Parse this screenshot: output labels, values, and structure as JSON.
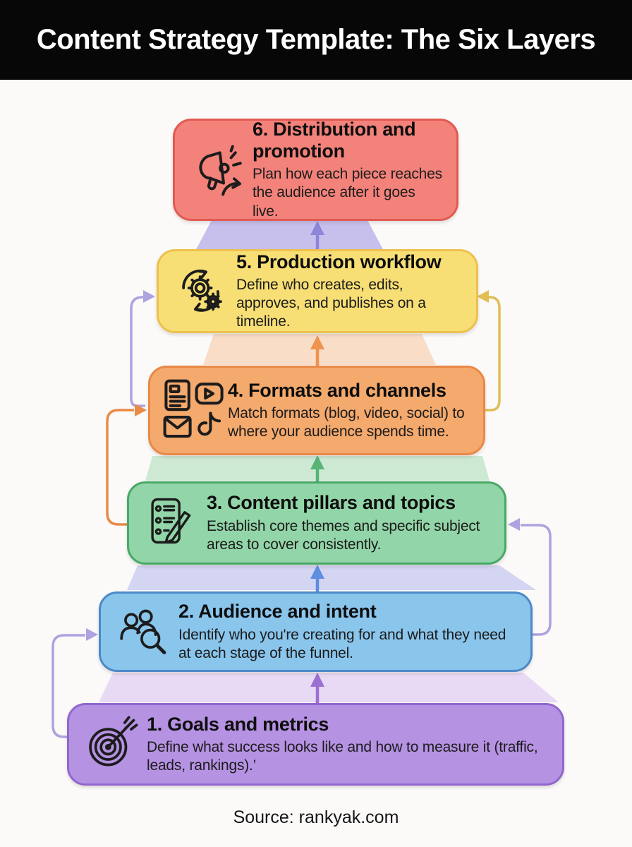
{
  "header": {
    "title": "Content Strategy Template: The Six Layers",
    "bg_color": "#070707",
    "text_color": "#ffffff"
  },
  "layers": [
    {
      "heading": "6. Distribution and promotion",
      "description": "Plan how each piece reaches the audience after it goes live.",
      "fill": "#F3827B",
      "border": "#E25A52",
      "icon": "megaphone-icon"
    },
    {
      "heading": "5. Production workflow",
      "description": "Define who creates, edits, approves, and publishes on a timeline.",
      "fill": "#F7DF75",
      "border": "#EDC14E",
      "icon": "gears-cycle-icon"
    },
    {
      "heading": "4. Formats and channels",
      "description": "Match formats (blog, video, social) to where your audience spends time.",
      "fill": "#F4A96D",
      "border": "#E98945",
      "icon": "formats-channels-icons"
    },
    {
      "heading": "3. Content pillars and topics",
      "description": "Establish core themes and specific subject areas to cover consistently.",
      "fill": "#92D5A8",
      "border": "#48A867",
      "icon": "checklist-pencil-icon"
    },
    {
      "heading": "2. Audience and intent",
      "description": "Identify who you're creating for and what they need at each stage of the funnel.",
      "fill": "#8AC5EC",
      "border": "#4C89C8",
      "icon": "audience-search-icon"
    },
    {
      "heading": "1. Goals and metrics",
      "description": "Define what success looks like and how to measure it (traffic, leads, rankings).’",
      "fill": "#B692E3",
      "border": "#9166CE",
      "icon": "target-dart-icon"
    }
  ],
  "pyramid": {
    "gaps": [
      "#C7C0ED",
      "#F9DDC7",
      "#CDE9D4",
      "#D4D5F2",
      "#E8DAF4"
    ]
  },
  "up_arrows": [
    {
      "color": "#8F85D9"
    },
    {
      "color": "#EE9350"
    },
    {
      "color": "#58B377"
    },
    {
      "color": "#5D8EE0"
    },
    {
      "color": "#9B70D2"
    }
  ],
  "connectors": [
    {
      "name": "formats-to-workflow-left",
      "color": "#AFA2DF"
    },
    {
      "name": "pillars-to-formats-left",
      "color": "#E98A45"
    },
    {
      "name": "formats-to-workflow-right",
      "color": "#E2BE55"
    },
    {
      "name": "audience-to-pillars-right",
      "color": "#AFA2DF"
    },
    {
      "name": "goals-to-audience-left",
      "color": "#AFA2DF"
    }
  ],
  "footer": {
    "source": "Source: rankyak.com"
  }
}
